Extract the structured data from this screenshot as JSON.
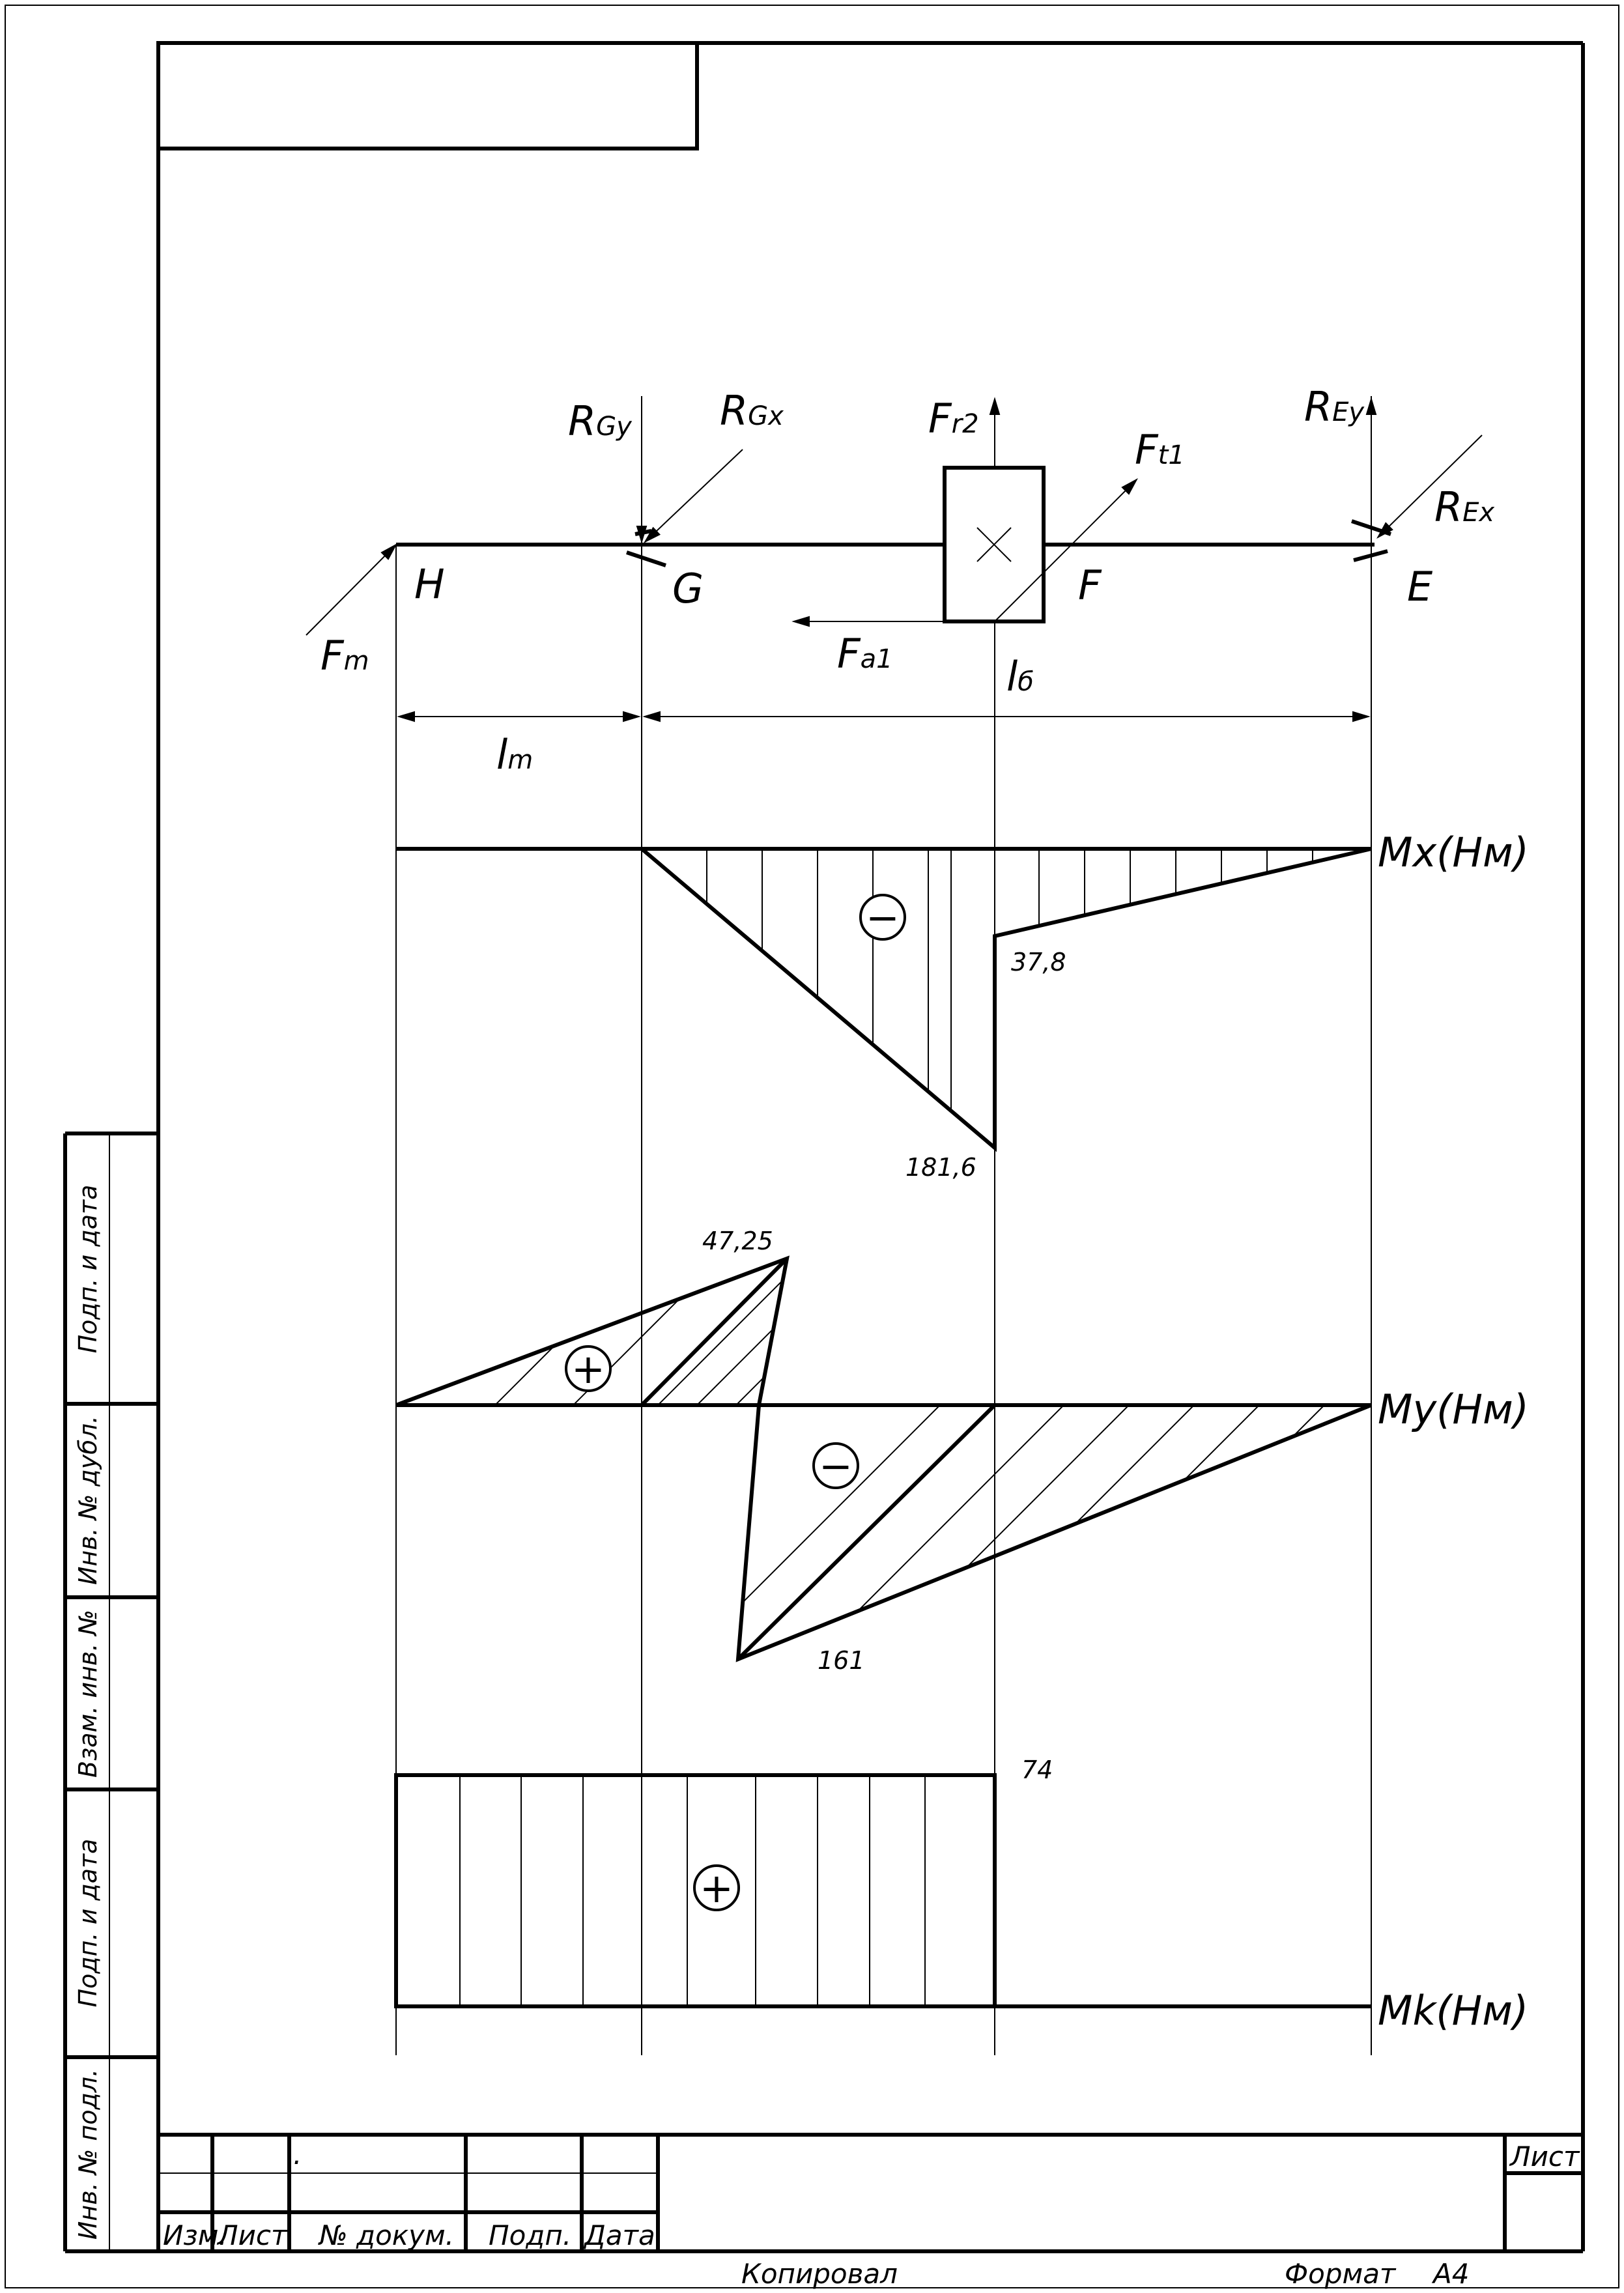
{
  "scheme": {
    "points": {
      "H": "H",
      "G": "G",
      "F": "F",
      "E": "E"
    },
    "forces": {
      "RGy": {
        "main": "R",
        "sub": "Gy"
      },
      "RGx": {
        "main": "R",
        "sub": "Gx"
      },
      "Fr2": {
        "main": "F",
        "sub": "r2"
      },
      "Ft1": {
        "main": "F",
        "sub": "t1"
      },
      "REy": {
        "main": "R",
        "sub": "Ey"
      },
      "REx": {
        "main": "R",
        "sub": "Ex"
      },
      "Fm": {
        "main": "F",
        "sub": "m"
      },
      "Fa1": {
        "main": "F",
        "sub": "a1"
      }
    },
    "dims": {
      "lm": {
        "main": "l",
        "sub": "m"
      },
      "lb": {
        "main": "l",
        "sub": "б"
      }
    }
  },
  "diagrams": {
    "mx": {
      "label": "Mx(Нм)",
      "values": {
        "peak": "181,6",
        "step": "37,8"
      },
      "sign": "−"
    },
    "my": {
      "label": "My(Нм)",
      "values": {
        "positive": "47,25",
        "negative": "161"
      },
      "signs": {
        "positive": "+",
        "negative": "−"
      }
    },
    "mk": {
      "label": "Mk(Нм)",
      "values": {
        "top": "74"
      },
      "sign": "+"
    }
  },
  "stamp": {
    "columns": {
      "izm": "Изм.",
      "list": "Лист",
      "doc": "№ докум.",
      "podp": "Подп.",
      "data": "Дата"
    },
    "sheet_label": "Лист",
    "dot": ".",
    "copied": "Копировал",
    "format_label": "Формат",
    "format_value": "А4"
  },
  "side_strip": {
    "podp_data_1": "Подп. и дата",
    "inv_dubl": "Инв. № дубл.",
    "vzam_inv": "Взам. инв. №",
    "podp_data_2": "Подп. и дата",
    "inv_podl": "Инв. № подл."
  }
}
